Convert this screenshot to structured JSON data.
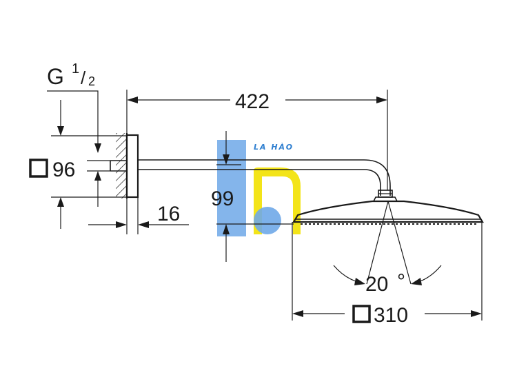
{
  "dimensions": {
    "thread_main": "G",
    "thread_numerator": "1",
    "thread_denominator": "2",
    "arm_length": "422",
    "flange_size": "96",
    "wall_offset": "16",
    "drop_height": "99",
    "angle": "20",
    "angle_unit": "°",
    "head_size": "310"
  },
  "watermark": {
    "text": "LA HÀO"
  },
  "colors": {
    "line": "#1a1a1a",
    "watermark_blue": "#2f7fd0",
    "watermark_yellow": "#f2e100"
  },
  "icons": {
    "square_symbol": "square-dimension-icon"
  }
}
